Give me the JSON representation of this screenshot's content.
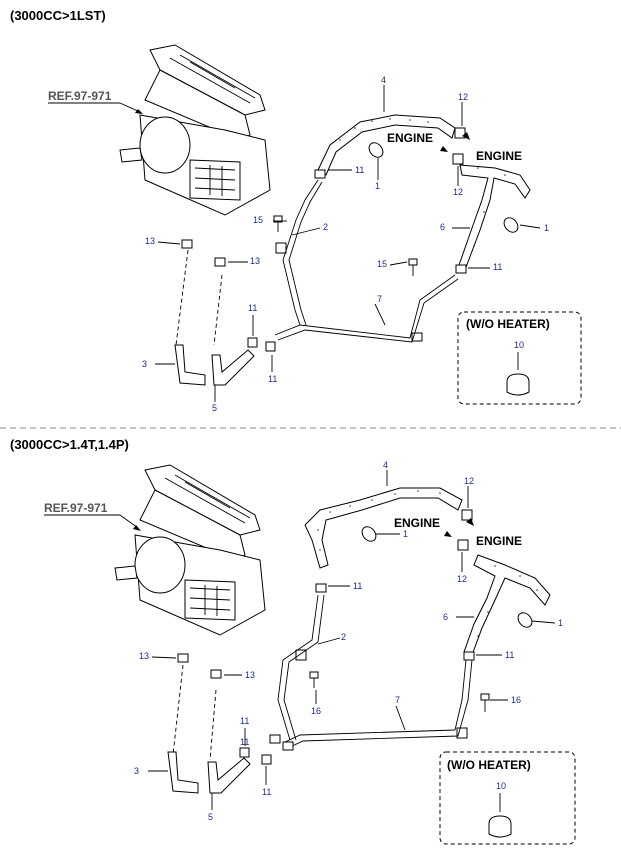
{
  "sections": [
    {
      "title": "(3000CC>1LST)",
      "ref_label": "REF.97-971",
      "engine_labels": [
        "ENGINE",
        "ENGINE"
      ],
      "without_heater_title": "(W/O HEATER)",
      "without_heater_part": "10",
      "callouts": [
        "4",
        "12",
        "11",
        "1",
        "12",
        "15",
        "2",
        "6",
        "1",
        "13",
        "13",
        "15",
        "11",
        "7",
        "11",
        "3",
        "11",
        "5"
      ]
    },
    {
      "title": "(3000CC>1.4T,1.4P)",
      "ref_label": "REF.97-971",
      "engine_labels": [
        "ENGINE",
        "ENGINE"
      ],
      "without_heater_title": "(W/O HEATER)",
      "without_heater_part": "10",
      "callouts": [
        "4",
        "12",
        "1",
        "12",
        "11",
        "2",
        "6",
        "1",
        "13",
        "13",
        "11",
        "16",
        "11",
        "16",
        "7",
        "3",
        "11",
        "11",
        "5"
      ]
    }
  ],
  "colors": {
    "callout": "#1a2b8c",
    "line": "#000000",
    "divider": "#888888"
  },
  "icons": [
    "heater-unit-icon",
    "hose-icon",
    "clamp-icon",
    "bolt-icon",
    "grommet-icon",
    "plug-icon"
  ]
}
